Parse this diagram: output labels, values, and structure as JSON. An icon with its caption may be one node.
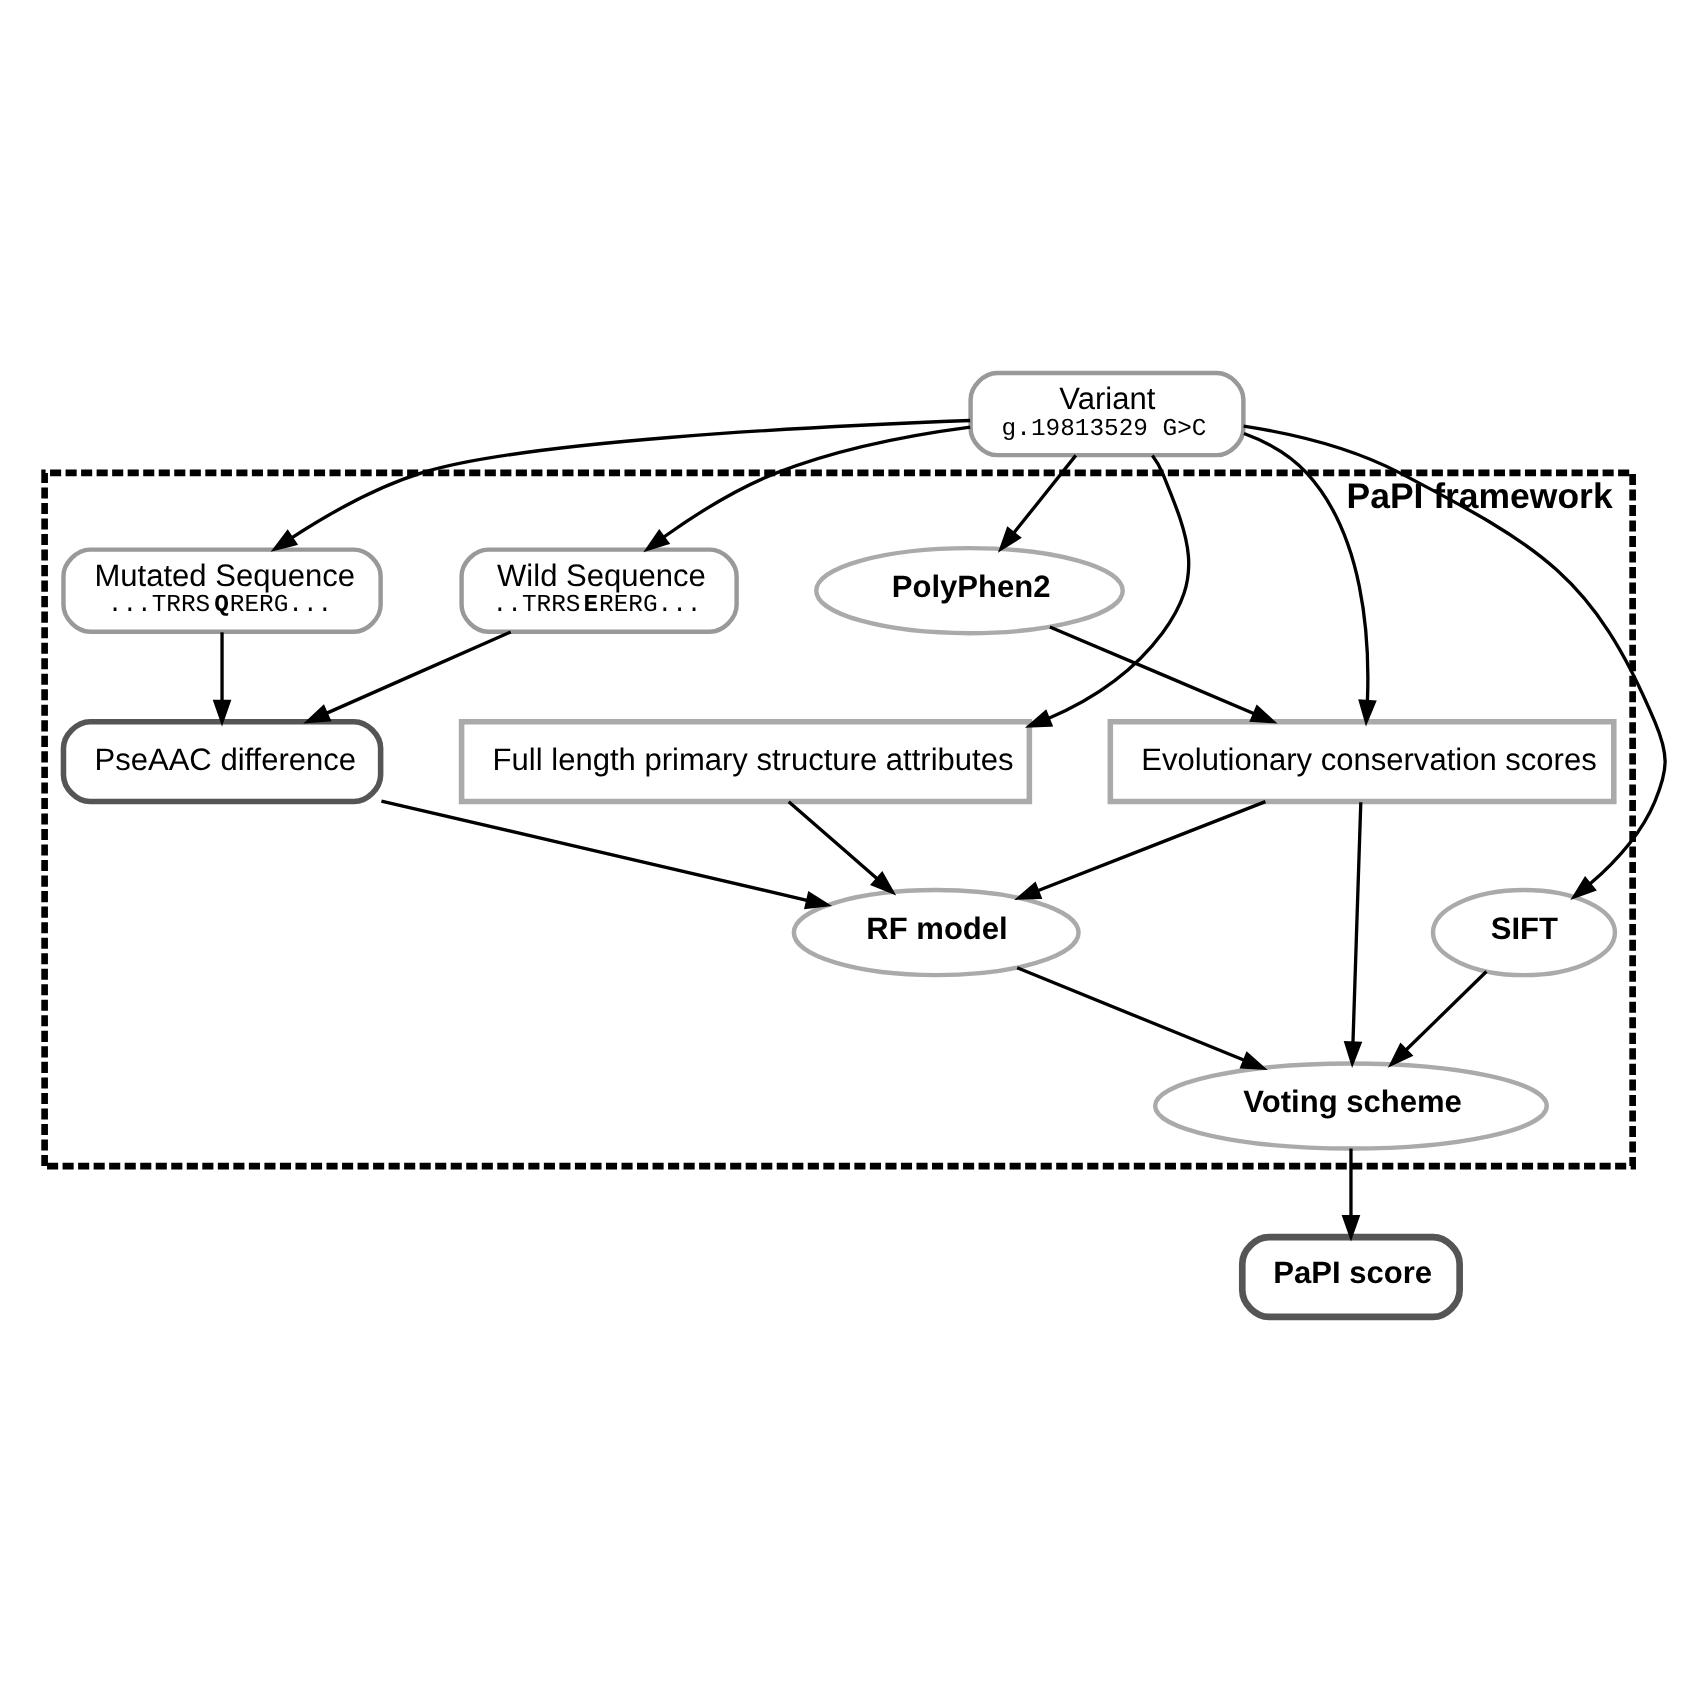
{
  "diagram": {
    "nodes": [
      {
        "text": [
          "Variant",
          "g.19813529 G>C"
        ]
      },
      {
        "text": [
          "PaPI framework"
        ]
      },
      {
        "text": [
          "Wild Sequence",
          "..TRRS**E**RERG..."
        ],
        "in": 1
      },
      {
        "text": [
          "Mutated Sequence",
          "...TRRS**Q**RERG..."
        ],
        "in": 1
      },
      {
        "text": [
          "PseAAC difference"
        ],
        "in": 1
      },
      {
        "text": [
          "PolyPhen2"
        ],
        "in": 1
      },
      {
        "text": [
          "Full length primary structure attributes"
        ],
        "in": 1
      },
      {
        "text": [
          "Evolutionary conservation scores"
        ],
        "in": 1
      },
      {
        "text": [
          "SIFT"
        ],
        "in": 1
      },
      {
        "text": [
          "Voting scheme"
        ],
        "in": 1
      },
      {
        "text": [
          "RF model"
        ],
        "in": 1
      },
      {
        "text": [
          "PaPI score"
        ]
      }
    ],
    "edges": [
      {
        "from": 0,
        "to": 5,
        "arrow": "to"
      },
      {
        "from": 0,
        "to": 8,
        "arrow": "to"
      },
      {
        "from": 0,
        "to": 2,
        "arrow": "to"
      },
      {
        "from": 0,
        "to": 3,
        "arrow": "to"
      },
      {
        "from": 0,
        "to": 6,
        "arrow": "to"
      },
      {
        "from": 0,
        "to": 7,
        "arrow": "to"
      },
      {
        "from": 2,
        "to": 4,
        "arrow": "to"
      },
      {
        "from": 3,
        "to": 4,
        "arrow": "to"
      },
      {
        "from": 5,
        "to": 7,
        "arrow": "to"
      },
      {
        "from": 4,
        "to": 10,
        "arrow": "to"
      },
      {
        "from": 6,
        "to": 10,
        "arrow": "to"
      },
      {
        "from": 7,
        "to": 10,
        "arrow": "to"
      },
      {
        "from": 7,
        "to": 9,
        "arrow": "to"
      },
      {
        "from": 8,
        "to": 9,
        "arrow": "to"
      },
      {
        "from": 10,
        "to": 9,
        "arrow": "to"
      },
      {
        "from": 9,
        "to": 11,
        "arrow": "to"
      }
    ]
  }
}
